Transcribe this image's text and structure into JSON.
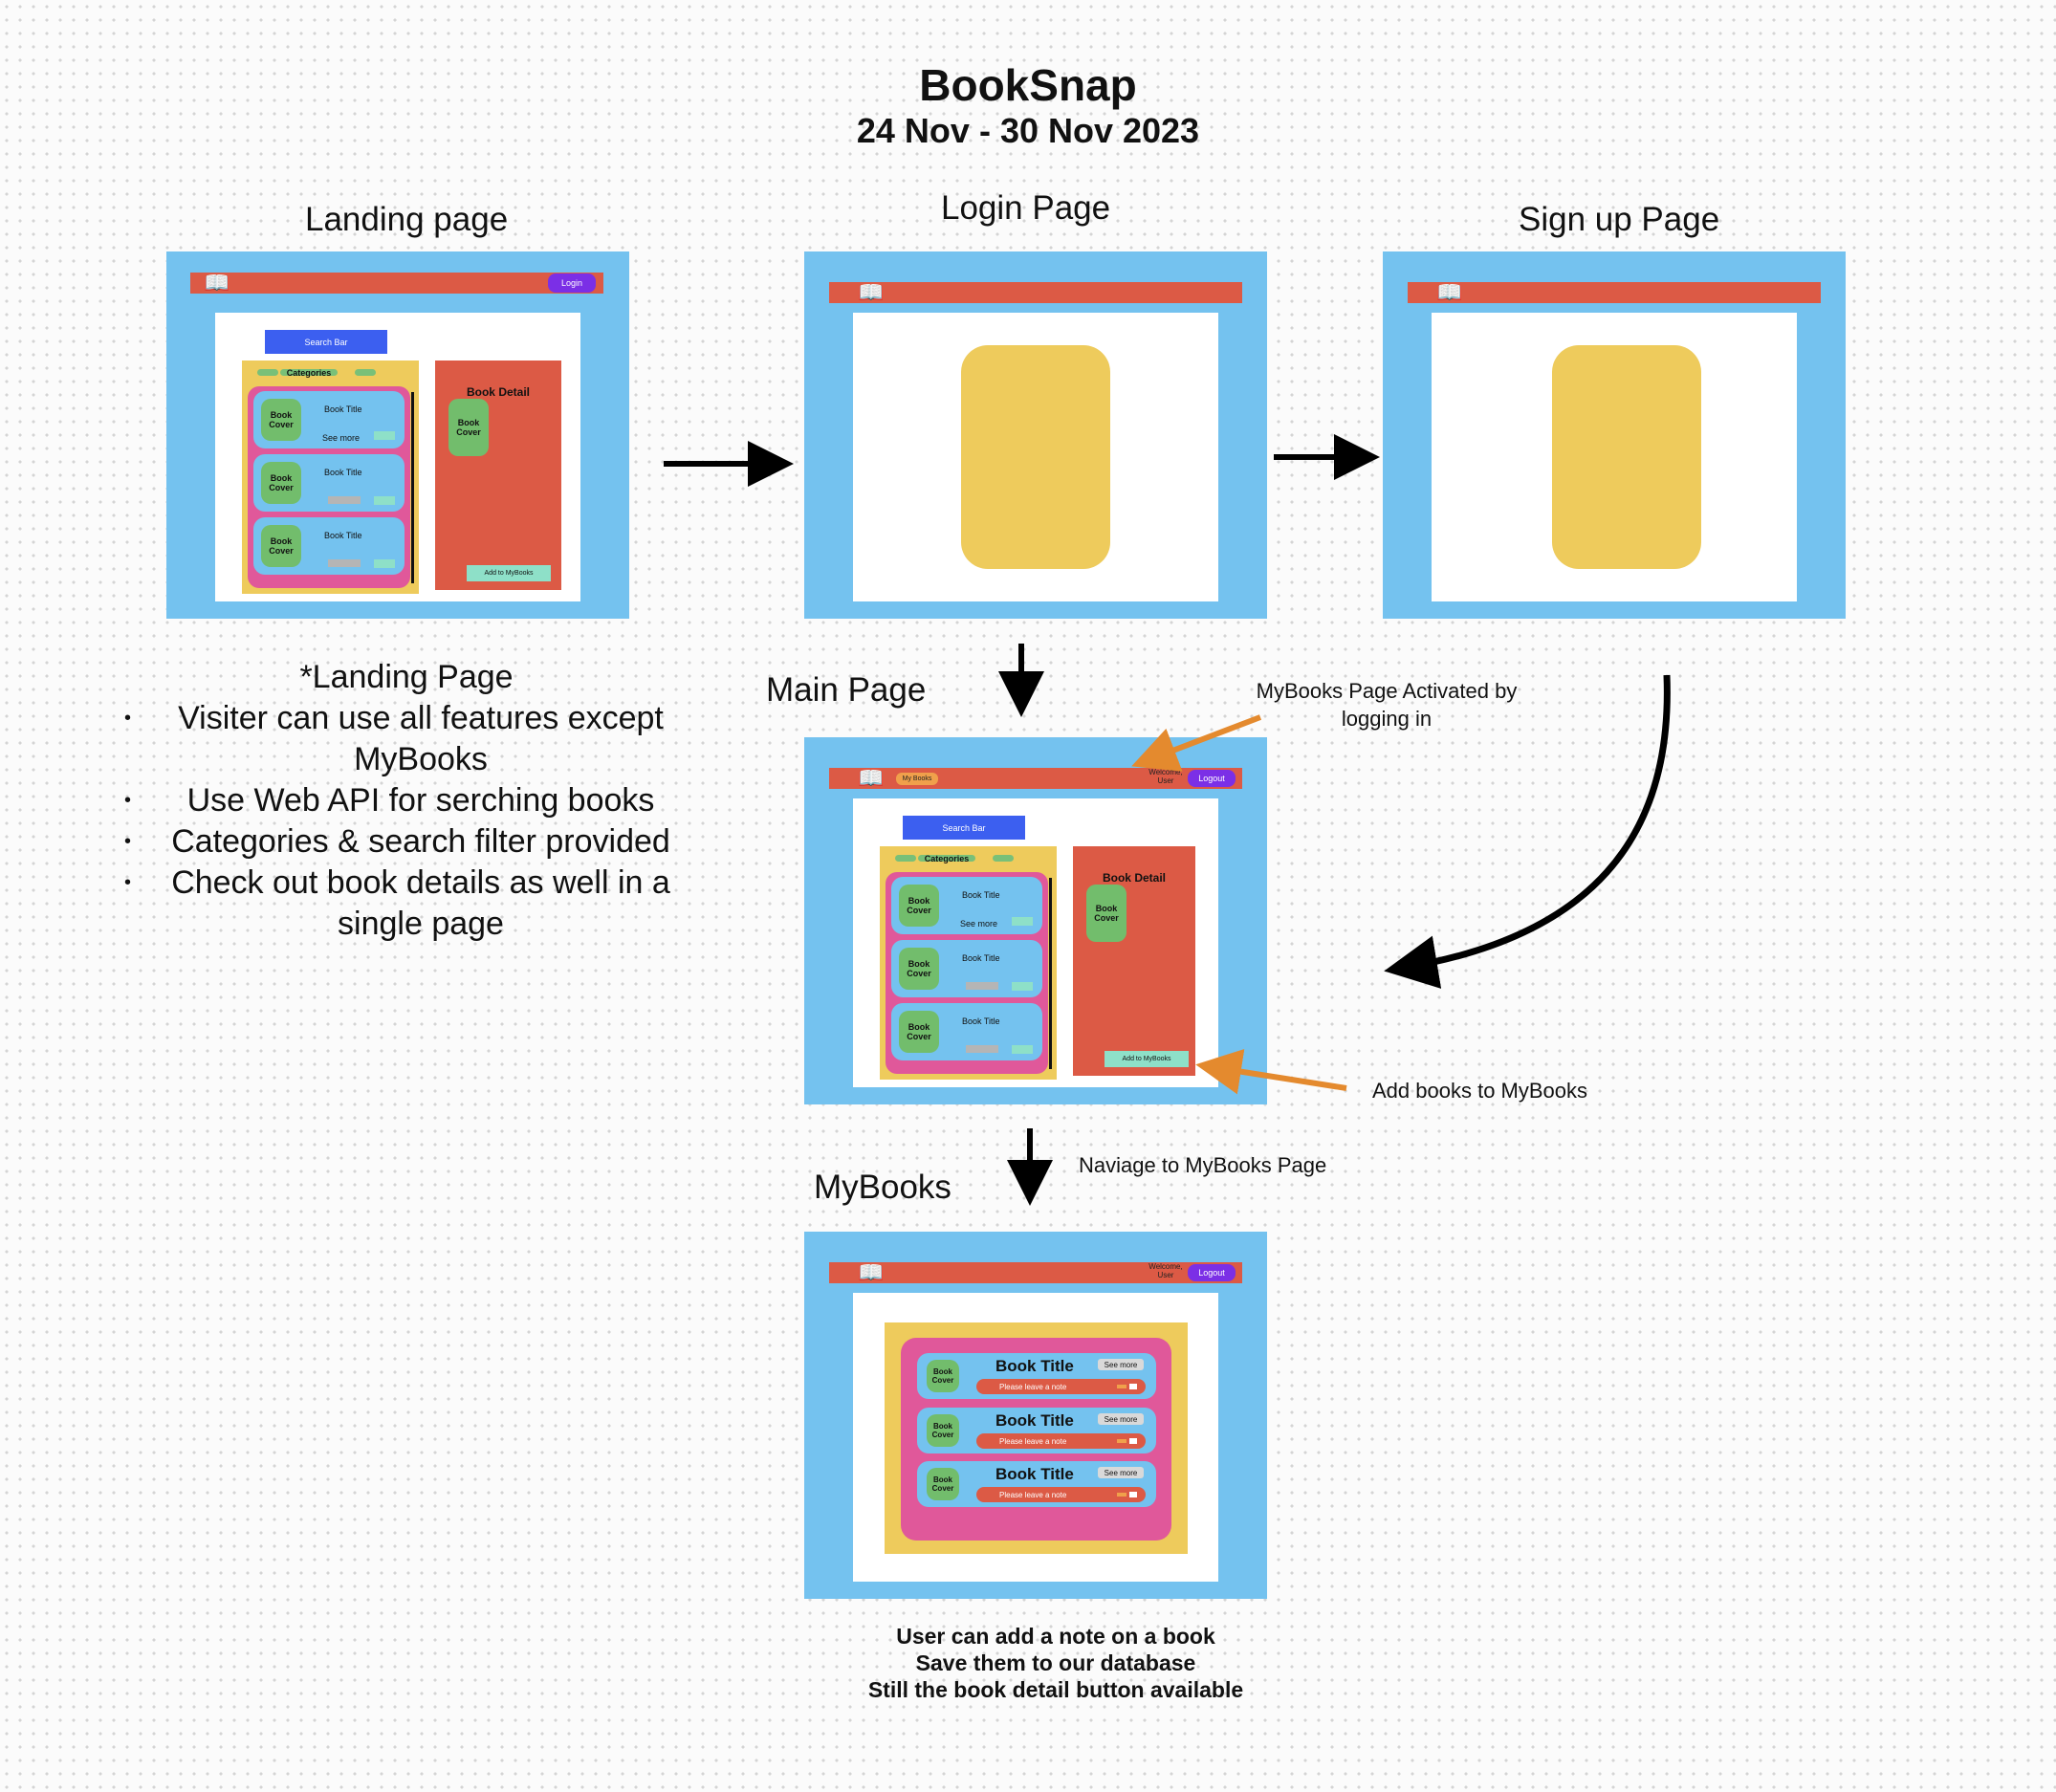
{
  "header": {
    "title": "BookSnap",
    "dates": "24 Nov - 30 Nov 2023"
  },
  "sections": {
    "landing": "Landing page",
    "login": "Login Page",
    "signup": "Sign up Page",
    "main": "Main Page",
    "mybooks": "MyBooks"
  },
  "mock": {
    "login_button": "Login",
    "logout_button": "Logout",
    "welcome": "Welcome,\nUser",
    "mybooks_button": "My Books",
    "search_bar": "Search Bar",
    "categories": "Categories",
    "book_cover": "Book\nCover",
    "book_title": "Book Title",
    "see_more": "See more",
    "book_detail": "Book Detail",
    "add_to_mybooks": "Add to MyBooks",
    "leave_note": "Please leave a note"
  },
  "landing_notes": {
    "heading": "*Landing Page",
    "bullets": [
      "Visiter can use all features except MyBooks",
      "Use Web API for serching books",
      "Categories & search filter provided",
      "Check out book details as well in a single page"
    ]
  },
  "annotations": {
    "activated": "MyBooks Page Activated by\nlogging in",
    "add_books": "Add books to MyBooks",
    "navigate": "Naviage to MyBooks Page"
  },
  "footer": [
    "User can add a note on a book",
    "Save them to our database",
    "Still the book detail button available"
  ]
}
